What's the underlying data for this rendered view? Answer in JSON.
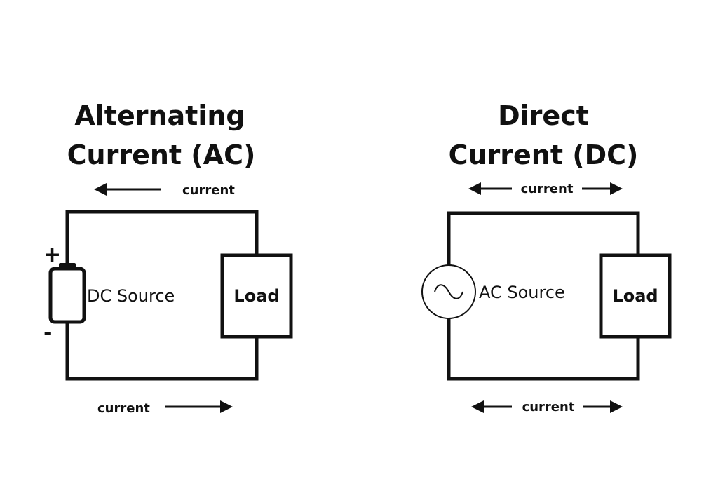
{
  "left_diagram": {
    "title_line1": "Alternating",
    "title_line2": "Current (AC)",
    "top_current_label": "current",
    "bottom_current_label": "current",
    "source_label": "DC Source",
    "positive_sign": "+",
    "negative_sign": "-",
    "load_label": "Load"
  },
  "right_diagram": {
    "title_line1": "Direct",
    "title_line2": "Current (DC)",
    "top_current_label": "current",
    "bottom_current_label": "current",
    "source_label": "AC Source",
    "load_label": "Load"
  },
  "colors": {
    "ink": "#111111",
    "background": "#ffffff"
  },
  "icons": {
    "dc_source": "battery-icon",
    "ac_source": "sine-wave-source-icon"
  }
}
